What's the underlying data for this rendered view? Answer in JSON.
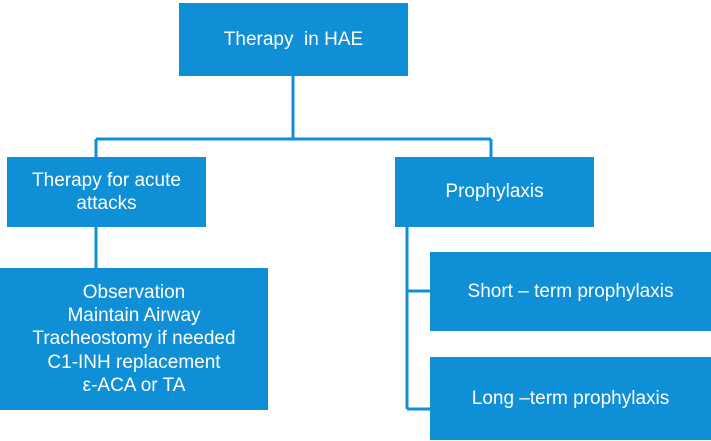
{
  "diagram": {
    "root": {
      "label": "Therapy  in HAE"
    },
    "branches": [
      {
        "label_lines": [
          "Therapy for acute",
          "attacks"
        ],
        "detail": {
          "lines": [
            "Observation",
            "Maintain Airway",
            "Tracheostomy if needed",
            "C1-INH replacement",
            "ε-ACA or TA"
          ]
        }
      },
      {
        "label": "Prophylaxis",
        "children": [
          {
            "label": "Short – term prophylaxis"
          },
          {
            "label": "Long –term prophylaxis"
          }
        ]
      }
    ],
    "colors": {
      "box_fill": "#0e8fd6",
      "box_text": "#ffffff",
      "connector": "#0e8fd6"
    }
  }
}
